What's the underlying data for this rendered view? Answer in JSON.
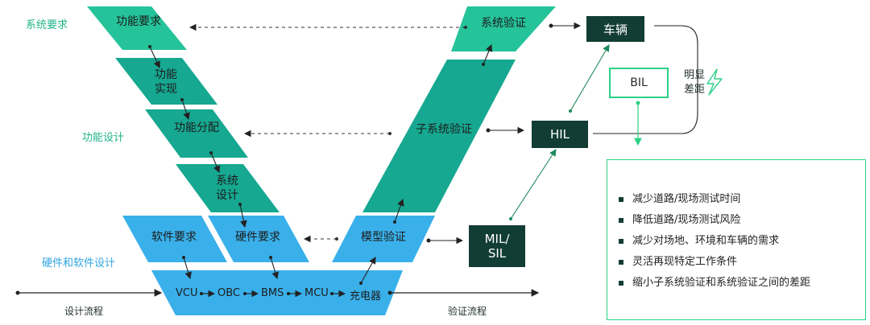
{
  "side_labels": {
    "system_requirements": "系统要求",
    "function_design": "功能设计",
    "hw_sw_design": "硬件和软件设计"
  },
  "left_arm": {
    "func_requirements": "功能要求",
    "func_impl_1": "功能",
    "func_impl_2": "实现",
    "func_allocation": "功能分配",
    "system_design_1": "系统",
    "system_design_2": "设计",
    "software_requirements": "软件要求",
    "hardware_requirements": "硬件要求"
  },
  "right_arm": {
    "system_verification": "系统验证",
    "subsystem_verification": "子系统验证",
    "model_verification": "模型验证"
  },
  "bottom_bar": {
    "items": [
      "VCU",
      "OBC",
      "BMS",
      "MCU",
      "充电器"
    ],
    "separator": "•➜"
  },
  "flow_labels": {
    "design_flow": "设计流程",
    "verify_flow": "验证流程"
  },
  "boxes": {
    "vehicle": "车辆",
    "hil": "HIL",
    "mil_sil_1": "MIL/",
    "mil_sil_2": "SIL",
    "bil": "BIL"
  },
  "gap_label_1": "明显",
  "gap_label_2": "差距",
  "benefits": [
    "减少道路/现场测试时间",
    "降低道路/现场测试风险",
    "减少对场地、环境和车辆的需求",
    "灵活再现特定工作条件",
    "缩小子系统验证和系统验证之间的差距"
  ],
  "colors": {
    "green": "#20b389",
    "teal": "#13a58f",
    "light_teal": "#1bbd93",
    "blue": "#3ab0ea",
    "dark": "#123d34",
    "accent": "#2bd185"
  }
}
